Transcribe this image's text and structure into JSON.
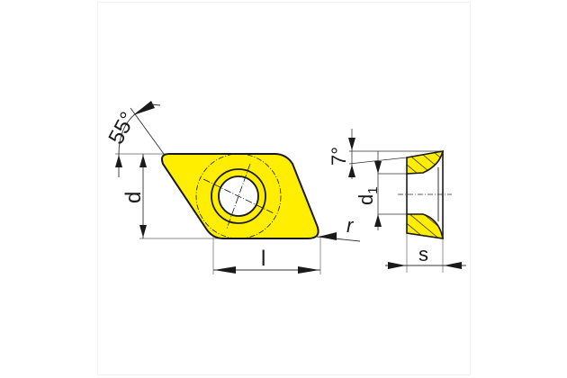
{
  "drawing": {
    "title": "Turning insert dimension drawing",
    "colors": {
      "insert_fill": "#ffee00",
      "outline": "#1a1a1a",
      "dim_line": "#333333",
      "ext_line": "#888888",
      "panel_border": "#f1f1f1"
    },
    "labels": {
      "angle": "55°",
      "inscribed_circle": "d",
      "edge_length": "l",
      "corner_radius": "r",
      "clearance_angle": "7°",
      "hole_diameter": "d",
      "hole_diameter_sub": "1",
      "thickness": "s"
    }
  }
}
